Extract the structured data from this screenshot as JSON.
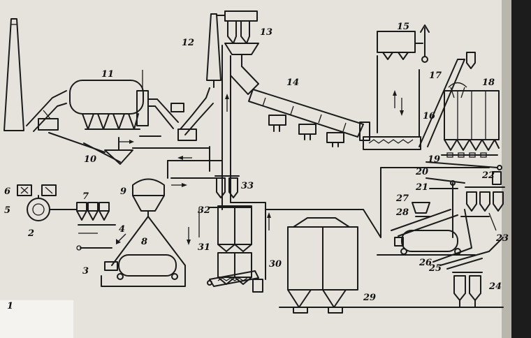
{
  "labels": [
    {
      "id": "1",
      "text": "1"
    },
    {
      "id": "2",
      "text": "2"
    },
    {
      "id": "3",
      "text": "3"
    },
    {
      "id": "4",
      "text": "4"
    },
    {
      "id": "5",
      "text": "5"
    },
    {
      "id": "6",
      "text": "6"
    },
    {
      "id": "7",
      "text": "7"
    },
    {
      "id": "8",
      "text": "8"
    },
    {
      "id": "9",
      "text": "9"
    },
    {
      "id": "10",
      "text": "10"
    },
    {
      "id": "11",
      "text": "11"
    },
    {
      "id": "12",
      "text": "12"
    },
    {
      "id": "13",
      "text": "13"
    },
    {
      "id": "14",
      "text": "14"
    },
    {
      "id": "15",
      "text": "15"
    },
    {
      "id": "16",
      "text": "16"
    },
    {
      "id": "17",
      "text": "17"
    },
    {
      "id": "18",
      "text": "18"
    },
    {
      "id": "19",
      "text": "19"
    },
    {
      "id": "20",
      "text": "20"
    },
    {
      "id": "21",
      "text": "21"
    },
    {
      "id": "22",
      "text": "22"
    },
    {
      "id": "23",
      "text": "23"
    },
    {
      "id": "24",
      "text": "24"
    },
    {
      "id": "25",
      "text": "25"
    },
    {
      "id": "26",
      "text": "26"
    },
    {
      "id": "27",
      "text": "27"
    },
    {
      "id": "28",
      "text": "28"
    },
    {
      "id": "29",
      "text": "29"
    },
    {
      "id": "30",
      "text": "30"
    },
    {
      "id": "31",
      "text": "31"
    },
    {
      "id": "32",
      "text": "32"
    },
    {
      "id": "33",
      "text": "33"
    }
  ],
  "colors": {
    "ink": "#1a1a1a",
    "paper": "#e6e3dc"
  }
}
